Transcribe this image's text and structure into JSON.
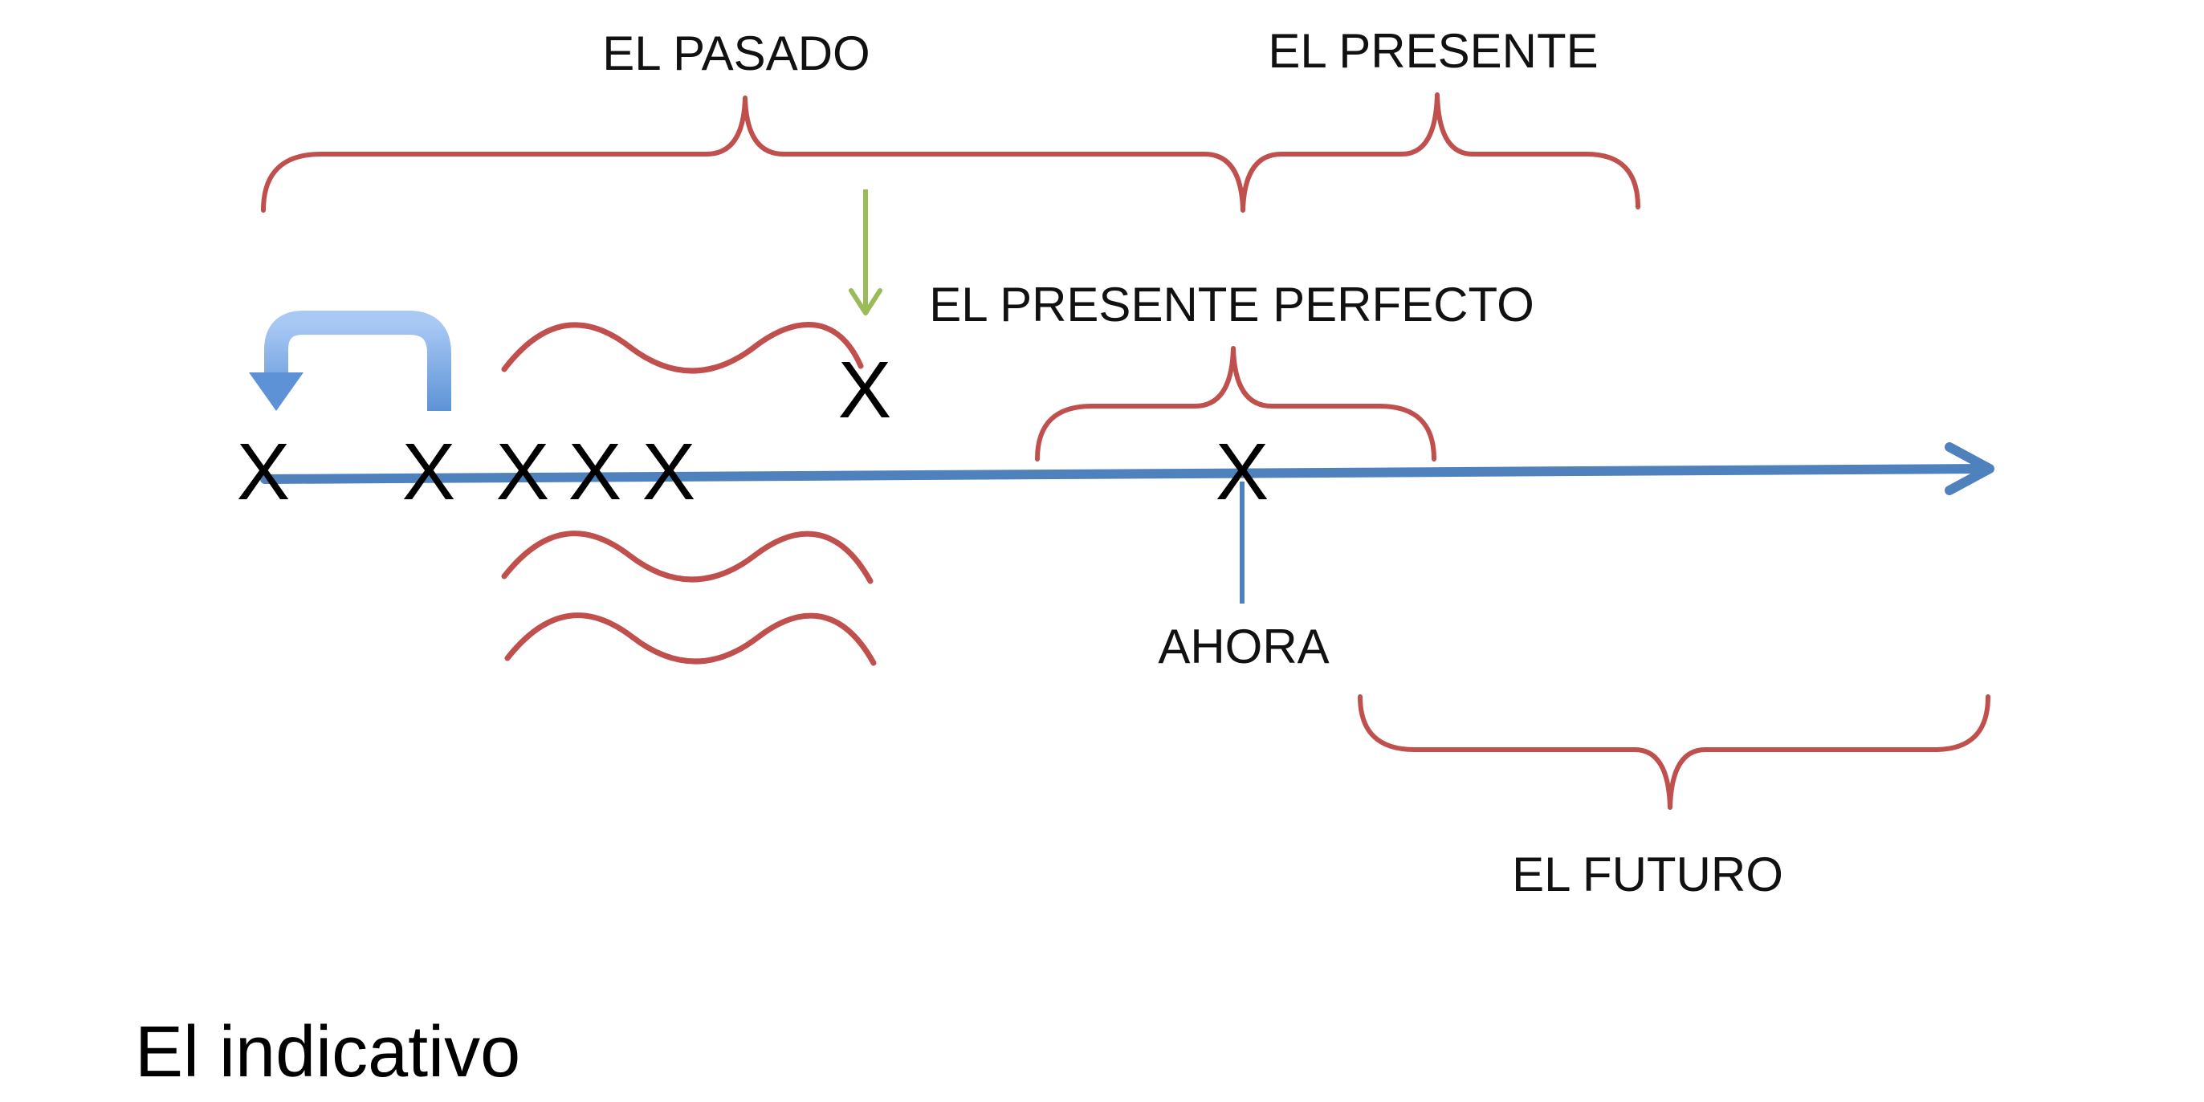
{
  "slide": {
    "title": "El indicativo"
  },
  "labels": {
    "past": "EL PASADO",
    "present": "EL PRESENTE",
    "present_perfect": "EL PRESENTE PERFECTO",
    "now": "AHORA",
    "future": "EL FUTURO"
  },
  "marks": {
    "x1": "X",
    "x2": "X",
    "x3": "X",
    "x4": "X",
    "x5": "X",
    "x_raised": "X",
    "x_now": "X"
  },
  "colors": {
    "timeline": "#4f81bd",
    "brace": "#c0504d",
    "pointer_arrow": "#9bbb59",
    "return_arrow": "#8db3e2",
    "text": "#000000"
  }
}
